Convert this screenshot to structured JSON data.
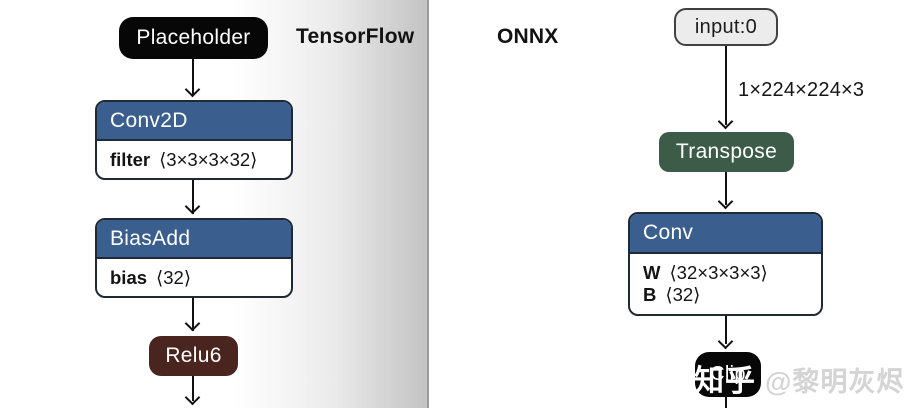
{
  "diagram": {
    "left": {
      "framework": "TensorFlow",
      "placeholder_label": "Placeholder",
      "conv2d": {
        "title": "Conv2D",
        "attr_key": "filter",
        "attr_value": "⟨3×3×3×32⟩"
      },
      "biasadd": {
        "title": "BiasAdd",
        "attr_key": "bias",
        "attr_value": "⟨32⟩"
      },
      "relu6_label": "Relu6"
    },
    "right": {
      "framework": "ONNX",
      "input_label": "input:0",
      "edge_shape_label": "1×224×224×3",
      "transpose_label": "Transpose",
      "conv": {
        "title": "Conv",
        "attrs": [
          {
            "key": "W",
            "value": "⟨32×3×3×3⟩"
          },
          {
            "key": "B",
            "value": "⟨32⟩"
          }
        ]
      },
      "clip_label": "Clip"
    },
    "watermark": {
      "brand": "知乎",
      "user": "@黎明灰烬"
    },
    "colors": {
      "op_header_blue": "#3a5e8e",
      "op_border_dark": "#1f2a36",
      "relu6_maroon": "#4a251f",
      "transpose_green": "#3d5b49",
      "input_fill": "#ececec",
      "black_node": "#070707",
      "edge_line": "#111111",
      "page_edge_gray": "#9b9b9b"
    }
  }
}
